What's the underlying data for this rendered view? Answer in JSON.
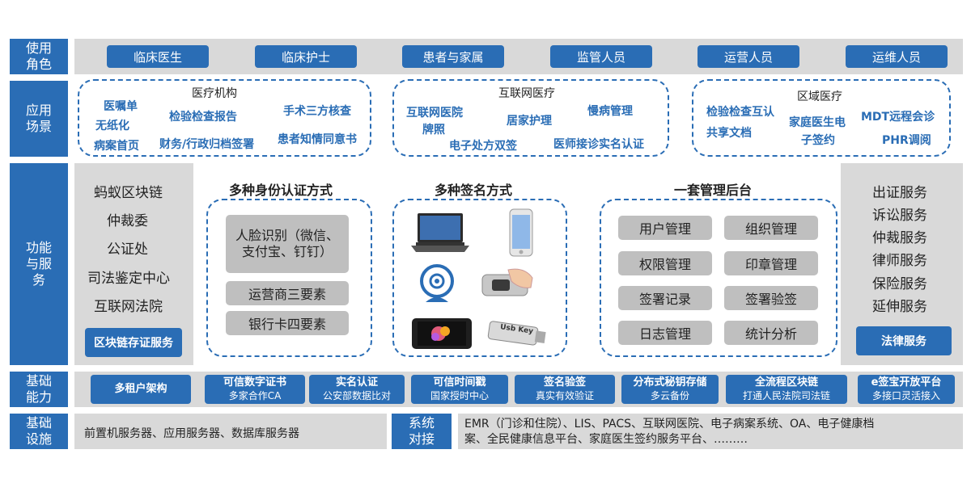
{
  "rows": {
    "roles": "使用角色",
    "scenes": "应用场景",
    "functions": "功能与服务",
    "base": "基础能力",
    "infra": "基础设施"
  },
  "roles": [
    "临床医生",
    "临床护士",
    "患者与家属",
    "监管人员",
    "运营人员",
    "运维人员"
  ],
  "scene_medical": {
    "title": "医疗机构",
    "items": [
      "医嘱单",
      "无纸化",
      "病案首页",
      "检验检查报告",
      "财务/行政归档签署",
      "手术三方核查",
      "患者知情同意书"
    ]
  },
  "scene_internet": {
    "title": "互联网医疗",
    "items": [
      "互联网医院",
      "牌照",
      "电子处方双签",
      "居家护理",
      "慢病管理",
      "医师接诊实名认证"
    ]
  },
  "scene_region": {
    "title": "区域医疗",
    "items": [
      "检验检查互认",
      "共享文档",
      "家庭医生电",
      "子签约",
      "MDT远程会诊",
      "PHR调阅"
    ]
  },
  "left_services": {
    "items": [
      "蚂蚁区块链",
      "仲裁委",
      "公证处",
      "司法鉴定中心",
      "互联网法院"
    ],
    "button": "区块链存证服务"
  },
  "identity": {
    "title": "多种身份认证方式",
    "items": [
      "人脸识别（微信、支付宝、钉钉）",
      "运营商三要素",
      "银行卡四要素"
    ]
  },
  "signature": {
    "title": "多种签名方式",
    "devices": [
      "laptop-image",
      "phone-image",
      "webcam-image",
      "fingerprint-image",
      "tablet-image",
      "usbkey-image"
    ],
    "usb_label": "Usb Key"
  },
  "admin": {
    "title": "一套管理后台",
    "items": [
      "用户管理",
      "组织管理",
      "权限管理",
      "印章管理",
      "签署记录",
      "签署验签",
      "日志管理",
      "统计分析"
    ]
  },
  "right_services": {
    "items": [
      "出证服务",
      "诉讼服务",
      "仲裁服务",
      "律师服务",
      "保险服务",
      "延伸服务"
    ],
    "button": "法律服务"
  },
  "base": [
    {
      "title": "多租户架构",
      "sub": ""
    },
    {
      "title": "可信数字证书",
      "sub": "多家合作CA"
    },
    {
      "title": "实名认证",
      "sub": "公安部数据比对"
    },
    {
      "title": "可信时间戳",
      "sub": "国家授时中心"
    },
    {
      "title": "签名验签",
      "sub": "真实有效验证"
    },
    {
      "title": "分布式秘钥存储",
      "sub": "多云备份"
    },
    {
      "title": "全流程区块链",
      "sub": "打通人民法院司法链"
    },
    {
      "title": "e签宝开放平台",
      "sub": "多接口灵活接入"
    }
  ],
  "infra": {
    "servers": "前置机服务器、应用服务器、数据库服务器",
    "label": "系统对接",
    "line1": "EMR（门诊和住院）、LIS、PACS、互联网医院、电子病案系统、OA、电子健康档",
    "line2": "案、全民健康信息平台、家庭医生签约服务平台、………"
  }
}
